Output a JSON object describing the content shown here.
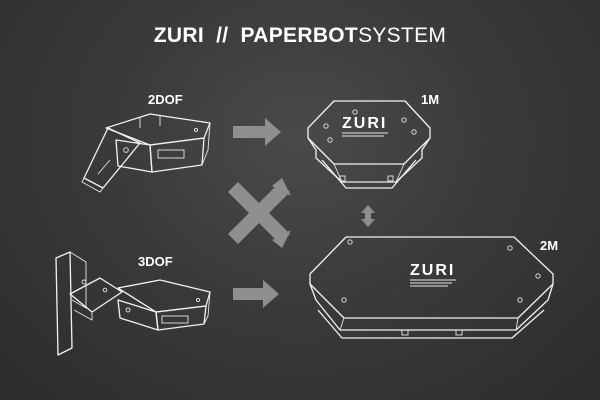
{
  "title": {
    "brand": "ZURI",
    "separator": "//",
    "product_bold": "PAPERBOT",
    "product_rest": "SYSTEM"
  },
  "modules": {
    "dof_2": {
      "label": "2DOF"
    },
    "dof_3": {
      "label": "3DOF"
    }
  },
  "bases": {
    "one_m": {
      "label": "1M",
      "logo": "ZURI"
    },
    "two_m": {
      "label": "2M",
      "logo": "ZURI"
    }
  },
  "colors": {
    "background": "#3a3a3a",
    "lines": "#f2f2f2",
    "arrows": "#8f8f8f"
  }
}
